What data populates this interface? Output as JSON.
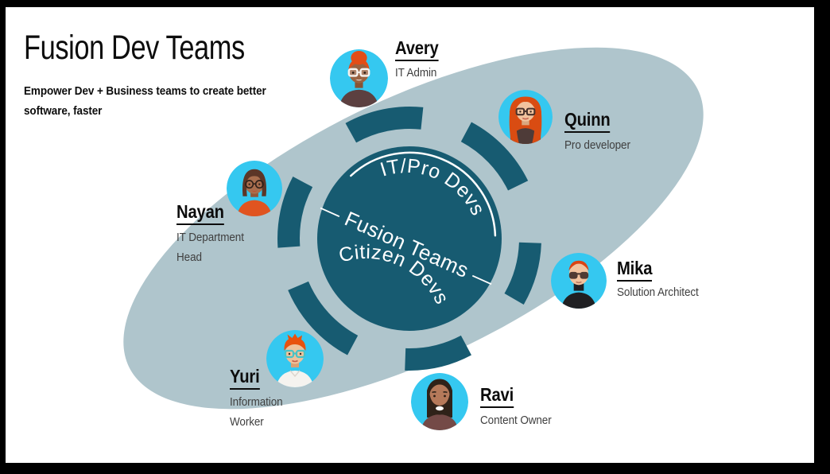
{
  "header": {
    "title": "Fusion Dev Teams",
    "subtitle": "Empower Dev + Business teams to create better software, faster"
  },
  "diagram": {
    "labels": {
      "top": "IT/Pro Devs",
      "middle": "— Fusion Teams —",
      "bottom": "Citizen Devs"
    },
    "colors": {
      "ellipse": "#afc5cc",
      "core": "#175b71",
      "avatar_background": "#35c8f0",
      "label_text": "#ffffff"
    }
  },
  "personas": [
    {
      "name": "Avery",
      "role": "IT Admin"
    },
    {
      "name": "Quinn",
      "role": "Pro developer"
    },
    {
      "name": "Nayan",
      "role": "IT Department Head"
    },
    {
      "name": "Mika",
      "role": "Solution Architect"
    },
    {
      "name": "Yuri",
      "role": "Information Worker"
    },
    {
      "name": "Ravi",
      "role": "Content Owner"
    }
  ]
}
